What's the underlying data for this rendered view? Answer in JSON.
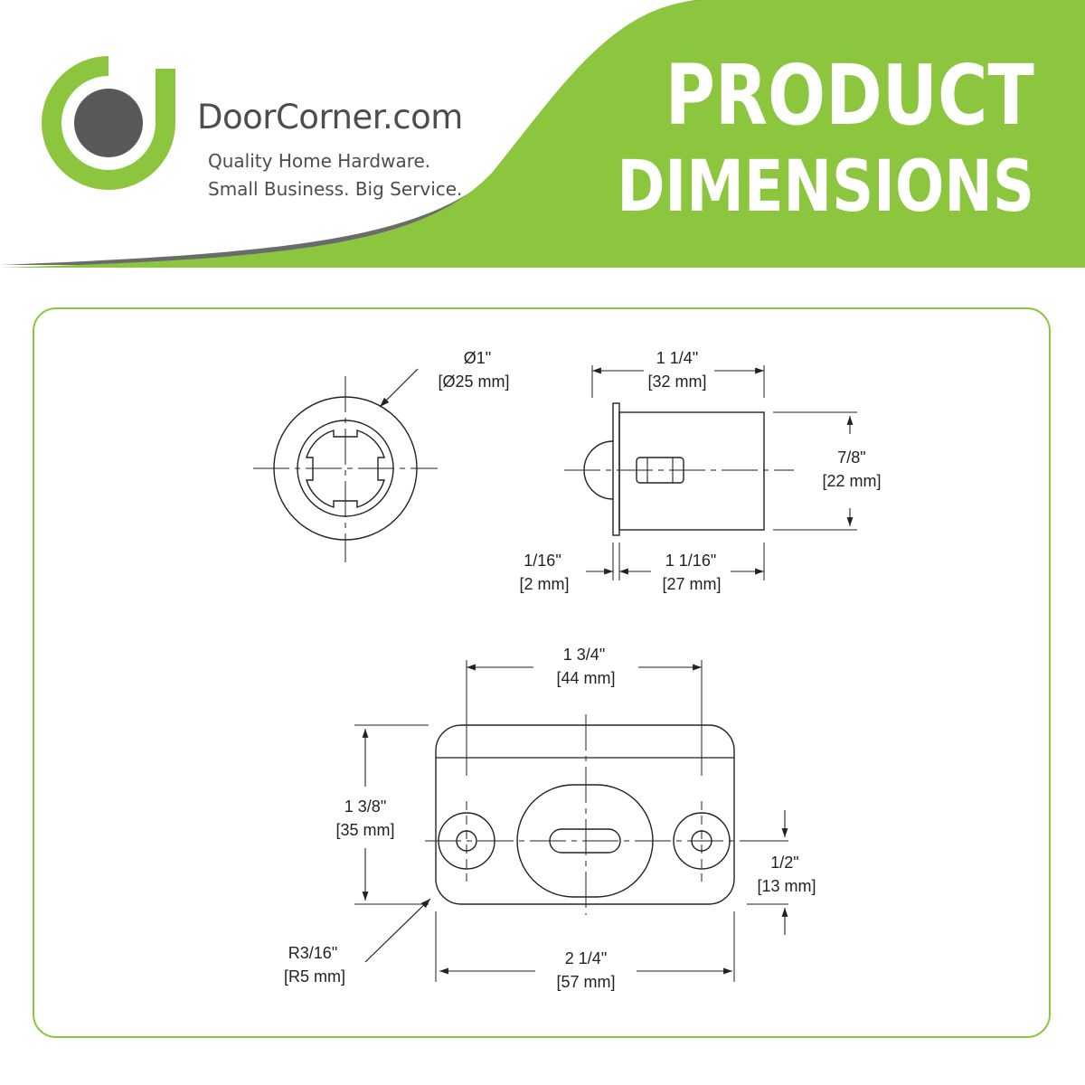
{
  "brand": {
    "name": "DoorCorner.com",
    "tagline_1": "Quality Home Hardware.",
    "tagline_2": "Small Business. Big Service.",
    "logo_icon": "doorcorner-ring-logo-icon"
  },
  "banner": {
    "line_1": "PRODUCT",
    "line_2": "DIMENSIONS"
  },
  "colors": {
    "brand_green": "#8cc63f",
    "logo_gray": "#58595b",
    "text_gray": "#4d4d4f",
    "line": "#222222"
  },
  "dimensions": {
    "diameter": {
      "in": "Ø1\"",
      "mm": "[Ø25 mm]"
    },
    "body_length": {
      "in": "1 1/4\"",
      "mm": "[32 mm]"
    },
    "body_height": {
      "in": "7/8\"",
      "mm": "[22 mm]"
    },
    "flange_thickness": {
      "in": "1/16\"",
      "mm": "[2 mm]"
    },
    "barrel_length": {
      "in": "1 1/16\"",
      "mm": "[27 mm]"
    },
    "hole_spacing": {
      "in": "1 3/4\"",
      "mm": "[44 mm]"
    },
    "plate_height": {
      "in": "1 3/8\"",
      "mm": "[35 mm]"
    },
    "center_offset": {
      "in": "1/2\"",
      "mm": "[13 mm]"
    },
    "corner_radius": {
      "in": "R3/16\"",
      "mm": "[R5 mm]"
    },
    "plate_width": {
      "in": "2 1/4\"",
      "mm": "[57 mm]"
    }
  }
}
